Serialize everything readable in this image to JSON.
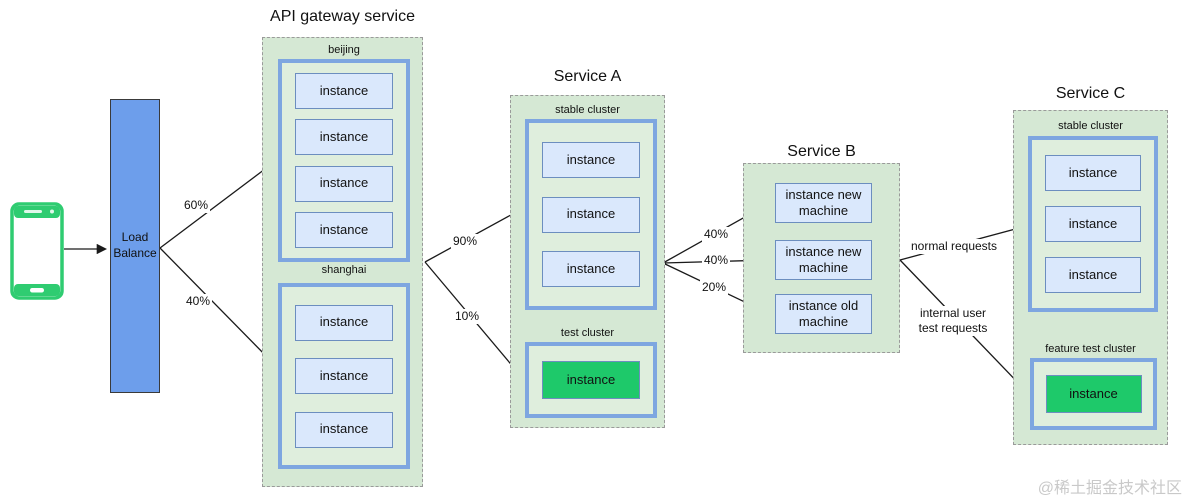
{
  "client": {
    "icon": "phone-icon"
  },
  "load_balancer": {
    "label": "Load Balance"
  },
  "gateway": {
    "title": "API gateway service",
    "clusters": {
      "beijing": {
        "name": "beijing",
        "instances": [
          "instance",
          "instance",
          "instance",
          "instance"
        ]
      },
      "shanghai": {
        "name": "shanghai",
        "instances": [
          "instance",
          "instance",
          "instance"
        ]
      }
    }
  },
  "service_a": {
    "title": "Service A",
    "stable": {
      "name": "stable cluster",
      "instances": [
        "instance",
        "instance",
        "instance"
      ]
    },
    "test": {
      "name": "test cluster",
      "instances": [
        "instance"
      ]
    }
  },
  "service_b": {
    "title": "Service B",
    "instances": [
      "instance new machine",
      "instance new machine",
      "instance old machine"
    ]
  },
  "service_c": {
    "title": "Service C",
    "stable": {
      "name": "stable cluster",
      "instances": [
        "instance",
        "instance",
        "instance"
      ]
    },
    "test": {
      "name": "feature test cluster",
      "instances": [
        "instance"
      ]
    }
  },
  "edges": {
    "lb_to_beijing": "60%",
    "lb_to_shanghai": "40%",
    "gw_to_stable": "90%",
    "gw_to_test": "10%",
    "a_to_b1": "40%",
    "a_to_b2": "40%",
    "a_to_b3": "20%",
    "b_to_c_stable": "normal requests",
    "b_to_c_test": "internal user test requests"
  },
  "colors": {
    "container_fill": "#d5e8d4",
    "cluster_border": "#7ea6e0",
    "instance_fill": "#dae8fc",
    "instance_border": "#6c8ebf",
    "green_instance": "#1ec96a",
    "load_balancer_fill": "#6d9eeb",
    "phone_green": "#2fcc71",
    "arrow": "#1a1a1a"
  },
  "watermark": "@稀土掘金技术社区"
}
